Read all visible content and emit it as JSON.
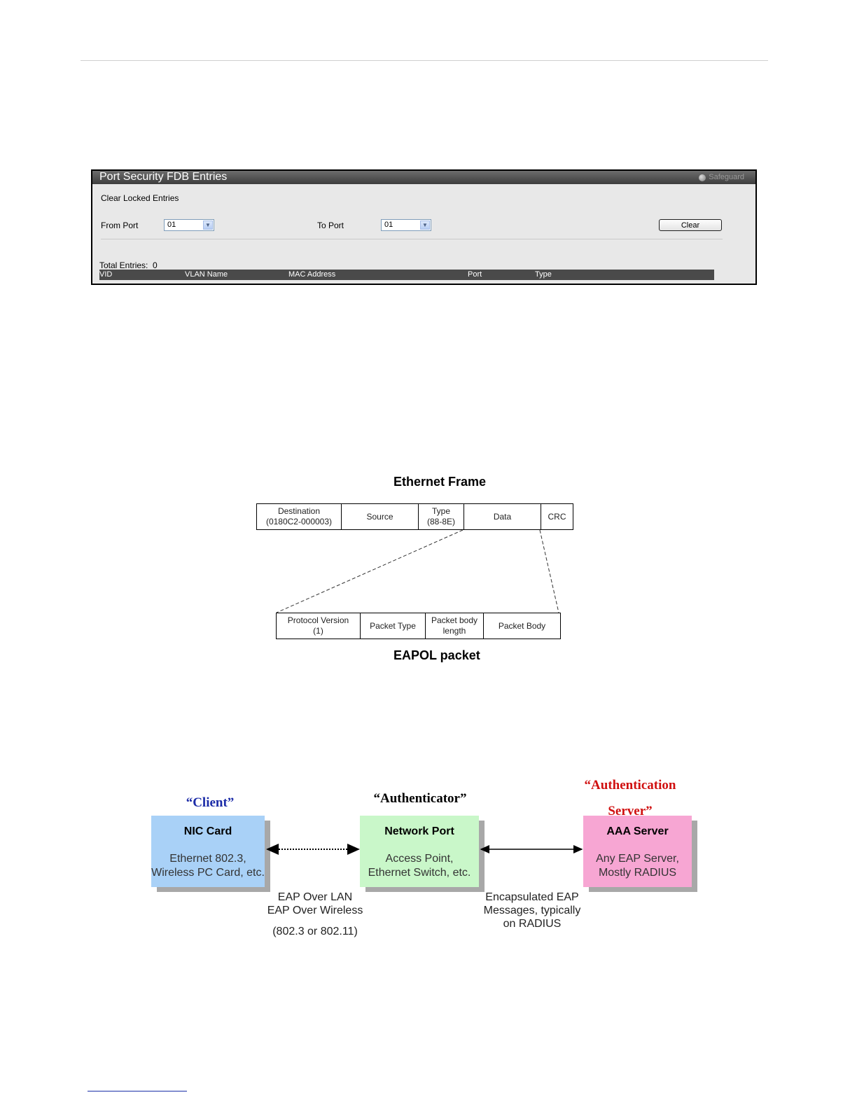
{
  "fdb_panel": {
    "title": "Port Security FDB Entries",
    "safeguard_label": "Safeguard",
    "section_label": "Clear Locked Entries",
    "from_port_label": "From Port",
    "from_port_value": "01",
    "to_port_label": "To Port",
    "to_port_value": "01",
    "clear_button_label": "Clear",
    "total_entries_label": "Total Entries:",
    "total_entries_value": "0",
    "table_columns": [
      "VID",
      "VLAN Name",
      "MAC Address",
      "Port",
      "Type"
    ]
  },
  "ethernet_frame": {
    "title": "Ethernet Frame",
    "fields": [
      {
        "line1": "Destination",
        "line2": "(0180C2-000003)"
      },
      {
        "line1": "Source",
        "line2": ""
      },
      {
        "line1": "Type",
        "line2": "(88-8E)"
      },
      {
        "line1": "Data",
        "line2": ""
      },
      {
        "line1": "CRC",
        "line2": ""
      }
    ]
  },
  "eapol_packet": {
    "title": "EAPOL packet",
    "fields": [
      {
        "line1": "Protocol Version",
        "line2": "(1)"
      },
      {
        "line1": "Packet Type",
        "line2": ""
      },
      {
        "line1": "Packet body",
        "line2": "length"
      },
      {
        "line1": "Packet Body",
        "line2": ""
      }
    ]
  },
  "auth_diagram": {
    "client": {
      "role": "“Client”",
      "title": "NIC Card",
      "desc1": "Ethernet 802.3,",
      "desc2": "Wireless PC Card, etc.",
      "color": "#a9d1f7",
      "role_color": "#1c2ca8"
    },
    "authenticator": {
      "role": "“Authenticator”",
      "title": "Network Port",
      "desc1": "Access Point,",
      "desc2": "Ethernet Switch, etc.",
      "color": "#c9f7c9",
      "role_color": "#000000"
    },
    "server": {
      "role1": "“Authentication",
      "role2": "Server”",
      "title": "AAA Server",
      "desc1": "Any EAP Server,",
      "desc2": "Mostly RADIUS",
      "color": "#f7a6d3",
      "role_color": "#d01010"
    },
    "link_client_auth": {
      "line1": "EAP Over LAN",
      "line2": "EAP Over Wireless",
      "line3": "(802.3 or 802.11)"
    },
    "link_auth_server": {
      "line1": "Encapsulated EAP",
      "line2": "Messages, typically",
      "line3": "on RADIUS"
    }
  }
}
